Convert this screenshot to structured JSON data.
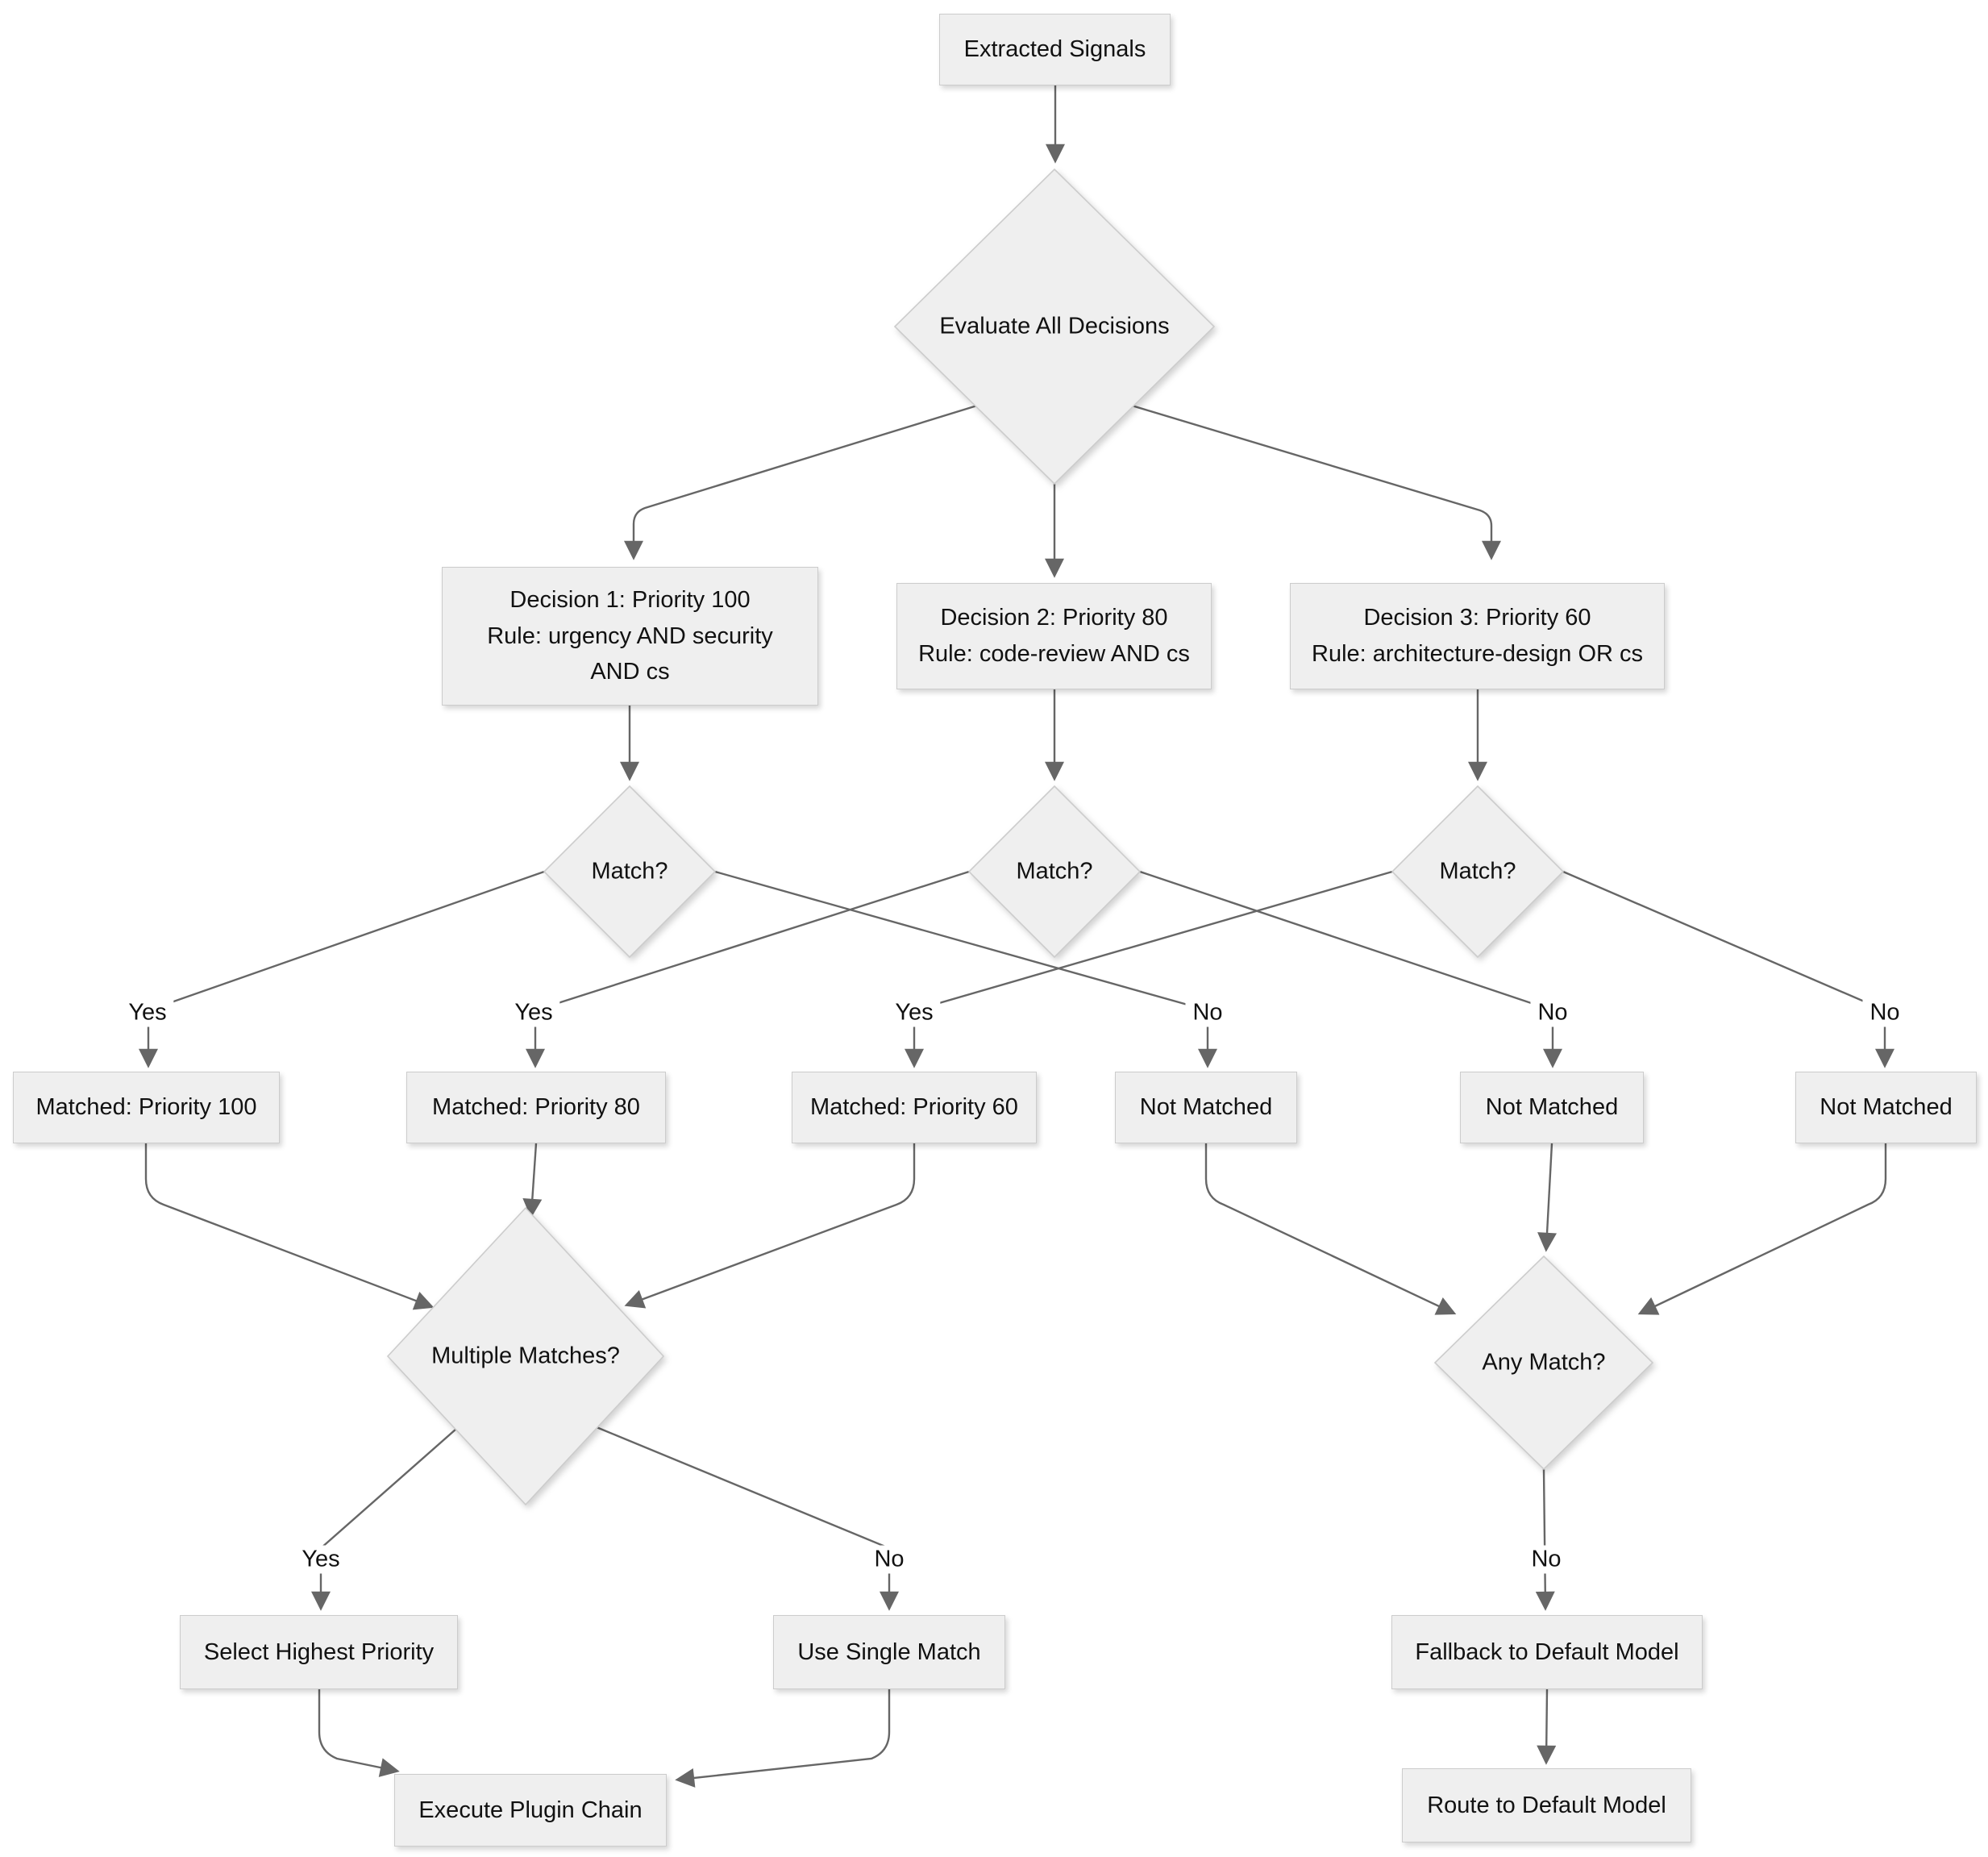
{
  "flowchart": {
    "nodes": {
      "extracted_signals": {
        "label": "Extracted Signals"
      },
      "evaluate_all": {
        "label": "Evaluate All Decisions"
      },
      "decision1": {
        "label": "Decision 1: Priority 100\nRule: urgency AND security\nAND cs"
      },
      "decision2": {
        "label": "Decision 2: Priority 80\nRule: code-review AND cs"
      },
      "decision3": {
        "label": "Decision 3: Priority 60\nRule: architecture-design OR cs"
      },
      "match1": {
        "label": "Match?"
      },
      "match2": {
        "label": "Match?"
      },
      "match3": {
        "label": "Match?"
      },
      "matched100": {
        "label": "Matched: Priority 100"
      },
      "matched80": {
        "label": "Matched: Priority 80"
      },
      "matched60": {
        "label": "Matched: Priority 60"
      },
      "notmatched1": {
        "label": "Not Matched"
      },
      "notmatched2": {
        "label": "Not Matched"
      },
      "notmatched3": {
        "label": "Not Matched"
      },
      "multiple_matches": {
        "label": "Multiple Matches?"
      },
      "any_match": {
        "label": "Any Match?"
      },
      "select_highest": {
        "label": "Select Highest Priority"
      },
      "use_single": {
        "label": "Use Single Match"
      },
      "fallback_default": {
        "label": "Fallback to Default Model"
      },
      "execute_chain": {
        "label": "Execute Plugin Chain"
      },
      "route_default": {
        "label": "Route to Default Model"
      }
    },
    "edge_labels": {
      "match1_yes": "Yes",
      "match2_yes": "Yes",
      "match3_yes": "Yes",
      "match1_no": "No",
      "match2_no": "No",
      "match3_no": "No",
      "multiple_yes": "Yes",
      "multiple_no": "No",
      "any_no": "No"
    },
    "edges": [
      {
        "from": "extracted_signals",
        "to": "evaluate_all",
        "label": ""
      },
      {
        "from": "evaluate_all",
        "to": "decision1",
        "label": ""
      },
      {
        "from": "evaluate_all",
        "to": "decision2",
        "label": ""
      },
      {
        "from": "evaluate_all",
        "to": "decision3",
        "label": ""
      },
      {
        "from": "decision1",
        "to": "match1",
        "label": ""
      },
      {
        "from": "decision2",
        "to": "match2",
        "label": ""
      },
      {
        "from": "decision3",
        "to": "match3",
        "label": ""
      },
      {
        "from": "match1",
        "to": "matched100",
        "label": "Yes"
      },
      {
        "from": "match1",
        "to": "notmatched1",
        "label": "No"
      },
      {
        "from": "match2",
        "to": "matched80",
        "label": "Yes"
      },
      {
        "from": "match2",
        "to": "notmatched2",
        "label": "No"
      },
      {
        "from": "match3",
        "to": "matched60",
        "label": "Yes"
      },
      {
        "from": "match3",
        "to": "notmatched3",
        "label": "No"
      },
      {
        "from": "matched100",
        "to": "multiple_matches",
        "label": ""
      },
      {
        "from": "matched80",
        "to": "multiple_matches",
        "label": ""
      },
      {
        "from": "matched60",
        "to": "multiple_matches",
        "label": ""
      },
      {
        "from": "notmatched1",
        "to": "any_match",
        "label": ""
      },
      {
        "from": "notmatched2",
        "to": "any_match",
        "label": ""
      },
      {
        "from": "notmatched3",
        "to": "any_match",
        "label": ""
      },
      {
        "from": "multiple_matches",
        "to": "select_highest",
        "label": "Yes"
      },
      {
        "from": "multiple_matches",
        "to": "use_single",
        "label": "No"
      },
      {
        "from": "any_match",
        "to": "fallback_default",
        "label": "No"
      },
      {
        "from": "select_highest",
        "to": "execute_chain",
        "label": ""
      },
      {
        "from": "use_single",
        "to": "execute_chain",
        "label": ""
      },
      {
        "from": "fallback_default",
        "to": "route_default",
        "label": ""
      }
    ],
    "colors": {
      "node_fill": "#efefef",
      "node_border": "#cccccc",
      "edge": "#666666",
      "text": "#111111",
      "background": "#ffffff"
    }
  }
}
